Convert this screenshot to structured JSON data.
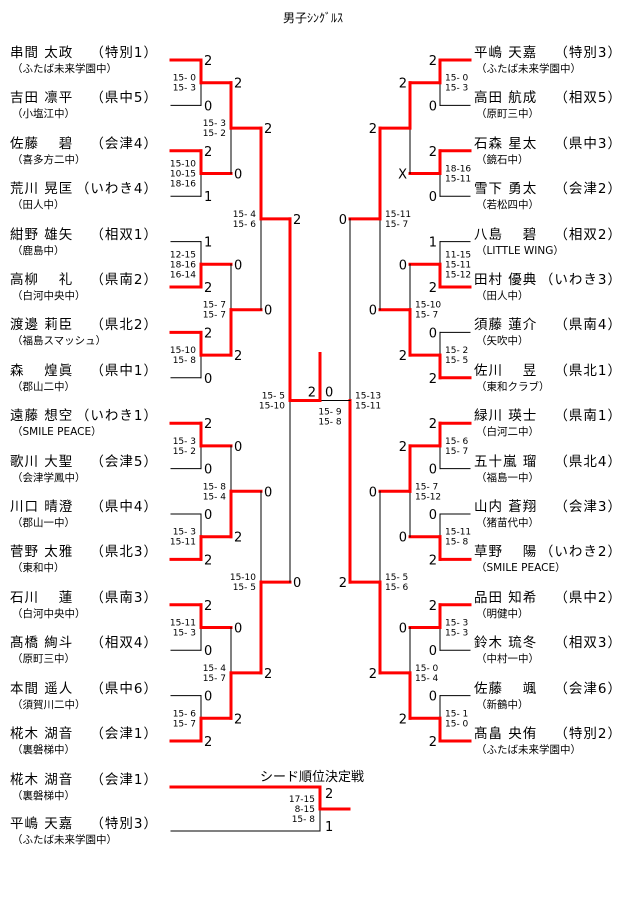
{
  "title": "男子ｼﾝｸﾞﾙｽ",
  "colors": {
    "winner": "#ff0000",
    "line": "#000000"
  },
  "left_players": [
    {
      "name": "串間 太政",
      "region": "（特別1）",
      "school": "（ふたば未来学園中）"
    },
    {
      "name": "吉田 凛平",
      "region": "（県中5）",
      "school": "（小塩江中）"
    },
    {
      "name": "佐藤　 碧",
      "region": "（会津4）",
      "school": "（喜多方二中）"
    },
    {
      "name": "荒川 晃匡",
      "region": "（いわき4）",
      "school": "（田人中）"
    },
    {
      "name": "紺野 雄矢",
      "region": "（相双1）",
      "school": "（鹿島中）"
    },
    {
      "name": "高柳　 礼",
      "region": "（県南2）",
      "school": "（白河中央中）"
    },
    {
      "name": "渡邊 莉臣",
      "region": "（県北2）",
      "school": "（福島スマッシュ）"
    },
    {
      "name": "森　 煌眞",
      "region": "（県中1）",
      "school": "（郡山二中）"
    },
    {
      "name": "遠藤 想空",
      "region": "（いわき1）",
      "school": "（SMILE PEACE）"
    },
    {
      "name": "歌川 大聖",
      "region": "（会津5）",
      "school": "（会津学鳳中）"
    },
    {
      "name": "川口 晴澄",
      "region": "（県中4）",
      "school": "（郡山一中）"
    },
    {
      "name": "菅野 太雅",
      "region": "（県北3）",
      "school": "（東和中）"
    },
    {
      "name": "石川　 蓮",
      "region": "（県南3）",
      "school": "（白河中央中）"
    },
    {
      "name": "髙橋 絢斗",
      "region": "（相双4）",
      "school": "（原町三中）"
    },
    {
      "name": "本間 遥人",
      "region": "（県中6）",
      "school": "（須賀川二中）"
    },
    {
      "name": "椛木 湖音",
      "region": "（会津1）",
      "school": "（裏磐梯中）"
    }
  ],
  "right_players": [
    {
      "name": "平嶋 天嘉",
      "region": "（特別3）",
      "school": "（ふたば未来学園中）"
    },
    {
      "name": "高田 航成",
      "region": "（相双5）",
      "school": "（原町三中）"
    },
    {
      "name": "石森 星太",
      "region": "（県中3）",
      "school": "（鏡石中）"
    },
    {
      "name": "雪下 勇太",
      "region": "（会津2）",
      "school": "（若松四中）"
    },
    {
      "name": "八島　 碧",
      "region": "（相双2）",
      "school": "（LITTLE WING）"
    },
    {
      "name": "田村 優典",
      "region": "（いわき3）",
      "school": "（田人中）"
    },
    {
      "name": "須藤 蓮介",
      "region": "（県南4）",
      "school": "（矢吹中）"
    },
    {
      "name": "佐川　 昱",
      "region": "（県北1）",
      "school": "（東和クラブ）"
    },
    {
      "name": "緑川 瑛士",
      "region": "（県南1）",
      "school": "（白河二中）"
    },
    {
      "name": "五十嵐 瑠",
      "region": "（県北4）",
      "school": "（福島一中）"
    },
    {
      "name": "山内 蒼翔",
      "region": "（会津3）",
      "school": "（猪苗代中）"
    },
    {
      "name": "草野　 陽",
      "region": "（いわき2）",
      "school": "（SMILE PEACE）"
    },
    {
      "name": "品田 知希",
      "region": "（県中2）",
      "school": "（明健中）"
    },
    {
      "name": "鈴木 琉冬",
      "region": "（相双3）",
      "school": "（中村一中）"
    },
    {
      "name": "佐藤　 颯",
      "region": "（会津6）",
      "school": "（新鶴中）"
    },
    {
      "name": "髙畠 央侑",
      "region": "（特別2）",
      "school": "（ふたば未来学園中）"
    }
  ],
  "left_rounds": [
    [
      {
        "w": 0,
        "g": [
          "2",
          "0"
        ],
        "s": [
          "15- 0",
          "15- 3"
        ]
      },
      {
        "w": 0,
        "g": [
          "2",
          "1"
        ],
        "s": [
          "15-10",
          "10-15",
          "18-16"
        ]
      },
      {
        "w": 1,
        "g": [
          "1",
          "2"
        ],
        "s": [
          "12-15",
          "18-16",
          "16-14"
        ]
      },
      {
        "w": 0,
        "g": [
          "2",
          "0"
        ],
        "s": [
          "15-10",
          "15- 8"
        ]
      },
      {
        "w": 0,
        "g": [
          "2",
          "0"
        ],
        "s": [
          "15- 3",
          "15- 2"
        ]
      },
      {
        "w": 1,
        "g": [
          "0",
          "2"
        ],
        "s": [
          "15- 3",
          "15-11"
        ]
      },
      {
        "w": 0,
        "g": [
          "2",
          "0"
        ],
        "s": [
          "15-11",
          "15- 3"
        ]
      },
      {
        "w": 1,
        "g": [
          "0",
          "2"
        ],
        "s": [
          "15- 6",
          "15- 7"
        ]
      }
    ],
    [
      {
        "w": 0,
        "g": [
          "2",
          "0"
        ],
        "s": [
          "15- 3",
          "15- 2"
        ]
      },
      {
        "w": 1,
        "g": [
          "0",
          "2"
        ],
        "s": [
          "15- 7",
          "15- 7"
        ]
      },
      {
        "w": 1,
        "g": [
          "0",
          "2"
        ],
        "s": [
          "15- 8",
          "15- 4"
        ]
      },
      {
        "w": 1,
        "g": [
          "0",
          "2"
        ],
        "s": [
          "15- 4",
          "15- 7"
        ]
      }
    ],
    [
      {
        "w": 0,
        "g": [
          "2",
          "0"
        ],
        "s": [
          "15- 4",
          "15- 6"
        ]
      },
      {
        "w": 1,
        "g": [
          "0",
          "2"
        ],
        "s": [
          "15-10",
          "15- 5"
        ]
      }
    ],
    [
      {
        "w": 0,
        "g": [
          "2",
          "0"
        ],
        "s": [
          "15- 5",
          "15-10"
        ]
      }
    ]
  ],
  "right_rounds": [
    [
      {
        "w": 0,
        "g": [
          "2",
          "0"
        ],
        "s": [
          "15- 0",
          "15- 3"
        ]
      },
      {
        "w": 0,
        "g": [
          "2",
          "0"
        ],
        "s": [
          "18-16",
          "15-11"
        ]
      },
      {
        "w": 1,
        "g": [
          "1",
          "2"
        ],
        "s": [
          "11-15",
          "15-11",
          "15-12"
        ]
      },
      {
        "w": 1,
        "g": [
          "0",
          "2"
        ],
        "s": [
          "15- 2",
          "15- 5"
        ]
      },
      {
        "w": 0,
        "g": [
          "2",
          "0"
        ],
        "s": [
          "15- 6",
          "15- 7"
        ]
      },
      {
        "w": 1,
        "g": [
          "0",
          "2"
        ],
        "s": [
          "15-11",
          "15- 8"
        ]
      },
      {
        "w": 0,
        "g": [
          "2",
          "0"
        ],
        "s": [
          "15- 3",
          "15- 3"
        ]
      },
      {
        "w": 1,
        "g": [
          "0",
          "2"
        ],
        "s": [
          "15- 1",
          "15- 0"
        ]
      }
    ],
    [
      {
        "w": 0,
        "g": [
          "2",
          "X"
        ],
        "s": []
      },
      {
        "w": 1,
        "g": [
          "0",
          "2"
        ],
        "s": [
          "15-10",
          "15- 7"
        ]
      },
      {
        "w": 0,
        "g": [
          "2",
          "0"
        ],
        "s": [
          "15- 7",
          "15-12"
        ]
      },
      {
        "w": 1,
        "g": [
          "0",
          "2"
        ],
        "s": [
          "15- 0",
          "15- 4"
        ]
      }
    ],
    [
      {
        "w": 0,
        "g": [
          "2",
          "0"
        ],
        "s": [
          "15-11",
          "15- 7"
        ]
      },
      {
        "w": 1,
        "g": [
          "0",
          "2"
        ],
        "s": [
          "15- 5",
          "15- 6"
        ]
      }
    ],
    [
      {
        "w": 1,
        "g": [
          "0",
          "2"
        ],
        "s": [
          "15-13",
          "15-11"
        ]
      }
    ]
  ],
  "final": {
    "w": 0,
    "g": [
      "2",
      "0"
    ],
    "s": [
      "15- 9",
      "15- 8"
    ]
  },
  "seed_match": {
    "title": "シード順位決定戦",
    "players": [
      {
        "name": "椛木 湖音",
        "region": "（会津1）",
        "school": "（裏磐梯中）"
      },
      {
        "name": "平嶋 天嘉",
        "region": "（特別3）",
        "school": "（ふたば未来学園中）"
      }
    ],
    "w": 0,
    "g": [
      "2",
      "1"
    ],
    "s": [
      "17-15",
      "8-15",
      "15- 8"
    ]
  }
}
